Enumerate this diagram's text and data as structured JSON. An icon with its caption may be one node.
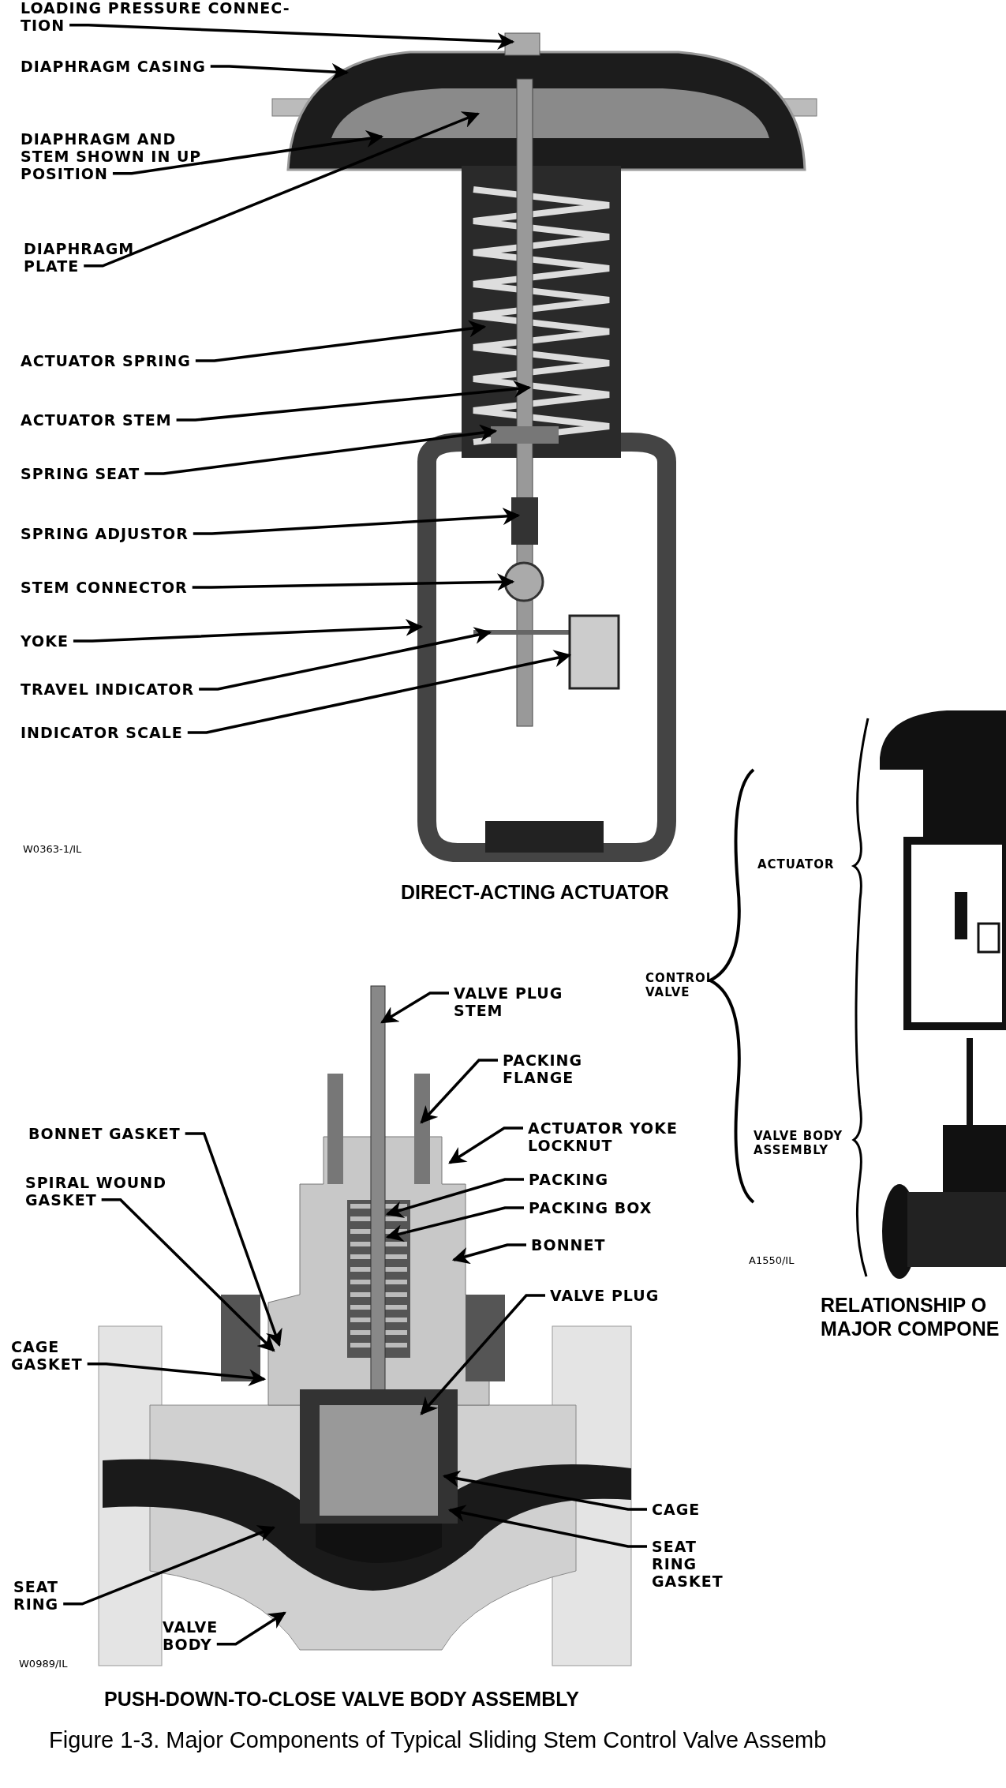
{
  "diagram": {
    "caption": "Figure 1-3. Major Components of Typical Sliding Stem Control Valve Assemb",
    "nodes": [
      {
        "text": [
          "LOADING PRESSURE CONNEC- TION"
        ]
      },
      {
        "text": [
          "DIAPHRAGM CASING"
        ]
      },
      {
        "text": [
          "DIAPHRAGM AND STEM SHOWN IN UP POSITION"
        ]
      },
      {
        "text": [
          "DIAPHRAGM PLATE"
        ]
      },
      {
        "text": [
          "ACTUATOR SPRING"
        ]
      },
      {
        "text": [
          "ACTUATOR STEM"
        ]
      },
      {
        "text": [
          "SPRING SEAT"
        ]
      },
      {
        "text": [
          "SPRING ADJUSTOR"
        ]
      },
      {
        "text": [
          "STEM CONNECTOR"
        ]
      },
      {
        "text": [
          "YOKE"
        ]
      },
      {
        "text": [
          "TRAVEL INDICATOR"
        ]
      },
      {
        "text": [
          "INDICATOR SCALE"
        ]
      },
      {
        "text": [
          "VALVE PLUG STEM"
        ]
      },
      {
        "text": [
          "PACKING FLANGE"
        ]
      },
      {
        "text": [
          "BONNET GASKET"
        ]
      },
      {
        "text": [
          "ACTUATOR YOKE LOCKNUT"
        ]
      },
      {
        "text": [
          "SPIRAL WOUND GASKET"
        ]
      },
      {
        "text": [
          "PACKING"
        ]
      },
      {
        "text": [
          "PACKING BOX"
        ]
      },
      {
        "text": [
          "BONNET"
        ]
      },
      {
        "text": [
          "VALVE PLUG"
        ]
      },
      {
        "text": [
          "CAGE GASKET"
        ]
      },
      {
        "text": [
          "CAGE"
        ]
      },
      {
        "text": [
          "SEAT RING GASKET"
        ]
      },
      {
        "text": [
          "SEAT RING"
        ]
      },
      {
        "text": [
          "VALVE BODY"
        ]
      }
    ],
    "edges": [
      {
        "from": 0,
        "to": null,
        "arrow": "to"
      },
      {
        "from": 1,
        "to": null,
        "arrow": "to"
      },
      {
        "from": 2,
        "to": null,
        "arrow": "to"
      },
      {
        "from": 3,
        "to": null,
        "arrow": "to"
      },
      {
        "from": 4,
        "to": null,
        "arrow": "to"
      },
      {
        "from": 5,
        "to": null,
        "arrow": "to"
      },
      {
        "from": 6,
        "to": null,
        "arrow": "to"
      },
      {
        "from": 7,
        "to": null,
        "arrow": "to"
      },
      {
        "from": 8,
        "to": null,
        "arrow": "to"
      },
      {
        "from": 9,
        "to": null,
        "arrow": "to"
      },
      {
        "from": 10,
        "to": null,
        "arrow": "to"
      },
      {
        "from": 11,
        "to": null,
        "arrow": "to"
      },
      {
        "from": 12,
        "to": null,
        "arrow": "to"
      },
      {
        "from": 13,
        "to": null,
        "arrow": "to"
      },
      {
        "from": 14,
        "to": null,
        "arrow": "to"
      },
      {
        "from": 15,
        "to": null,
        "arrow": "to"
      },
      {
        "from": 16,
        "to": null,
        "arrow": "to"
      },
      {
        "from": 17,
        "to": null,
        "arrow": "to"
      },
      {
        "from": 18,
        "to": null,
        "arrow": "to"
      },
      {
        "from": 19,
        "to": null,
        "arrow": "to"
      },
      {
        "from": 20,
        "to": null,
        "arrow": "to"
      },
      {
        "from": 21,
        "to": null,
        "arrow": "to"
      },
      {
        "from": 22,
        "to": null,
        "arrow": "to"
      },
      {
        "from": 23,
        "to": null,
        "arrow": "to"
      },
      {
        "from": 24,
        "to": null,
        "arrow": "to"
      },
      {
        "from": 25,
        "to": null,
        "arrow": "to"
      }
    ],
    "labels": [
      "W0363-1/IL",
      "DIRECT-ACTING ACTUATOR",
      "ACTUATOR",
      "CONTROL VALVE",
      "VALVE BODY ASSEMBLY",
      "A1550/IL",
      "RELATIONSHIP O MAJOR COMPONE",
      "W0989/IL",
      "PUSH-DOWN-TO-CLOSE VALVE BODY ASSEMBLY"
    ]
  }
}
